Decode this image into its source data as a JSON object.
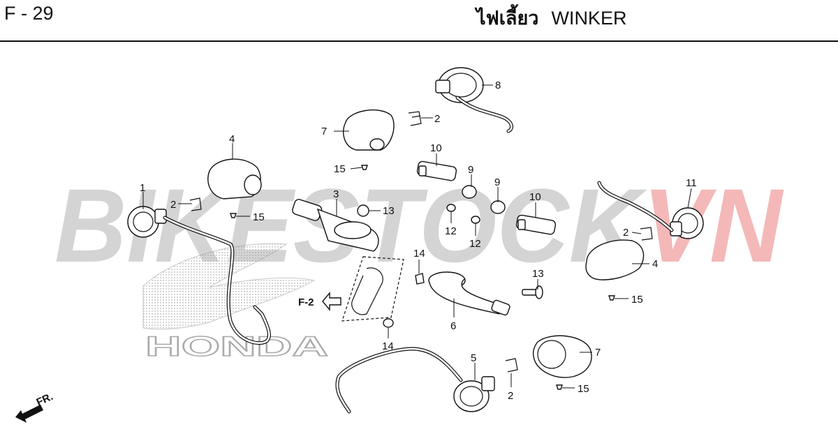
{
  "header": {
    "page_code": "F - 29",
    "title_thai": "ไฟเลี้ยว",
    "title_en": "WINKER"
  },
  "watermark": {
    "text_gray": "BIKESTOCK",
    "text_red": "VN",
    "logo_text": "HONDA",
    "color_gray": "#d4d4d4",
    "color_red": "#f4b8b8"
  },
  "references": {
    "section_ref": "F-2",
    "direction": "FR."
  },
  "callouts": [
    {
      "id": "c1",
      "label": "1"
    },
    {
      "id": "c2a",
      "label": "2"
    },
    {
      "id": "c2b",
      "label": "2"
    },
    {
      "id": "c2c",
      "label": "2"
    },
    {
      "id": "c2d",
      "label": "2"
    },
    {
      "id": "c3",
      "label": "3"
    },
    {
      "id": "c4a",
      "label": "4"
    },
    {
      "id": "c4b",
      "label": "4"
    },
    {
      "id": "c5",
      "label": "5"
    },
    {
      "id": "c6",
      "label": "6"
    },
    {
      "id": "c7a",
      "label": "7"
    },
    {
      "id": "c7b",
      "label": "7"
    },
    {
      "id": "c8",
      "label": "8"
    },
    {
      "id": "c9a",
      "label": "9"
    },
    {
      "id": "c9b",
      "label": "9"
    },
    {
      "id": "c10a",
      "label": "10"
    },
    {
      "id": "c10b",
      "label": "10"
    },
    {
      "id": "c11",
      "label": "11"
    },
    {
      "id": "c12a",
      "label": "12"
    },
    {
      "id": "c12b",
      "label": "12"
    },
    {
      "id": "c13a",
      "label": "13"
    },
    {
      "id": "c13b",
      "label": "13"
    },
    {
      "id": "c14a",
      "label": "14"
    },
    {
      "id": "c14b",
      "label": "14"
    },
    {
      "id": "c15a",
      "label": "15"
    },
    {
      "id": "c15b",
      "label": "15"
    },
    {
      "id": "c15c",
      "label": "15"
    },
    {
      "id": "c15d",
      "label": "15"
    }
  ]
}
